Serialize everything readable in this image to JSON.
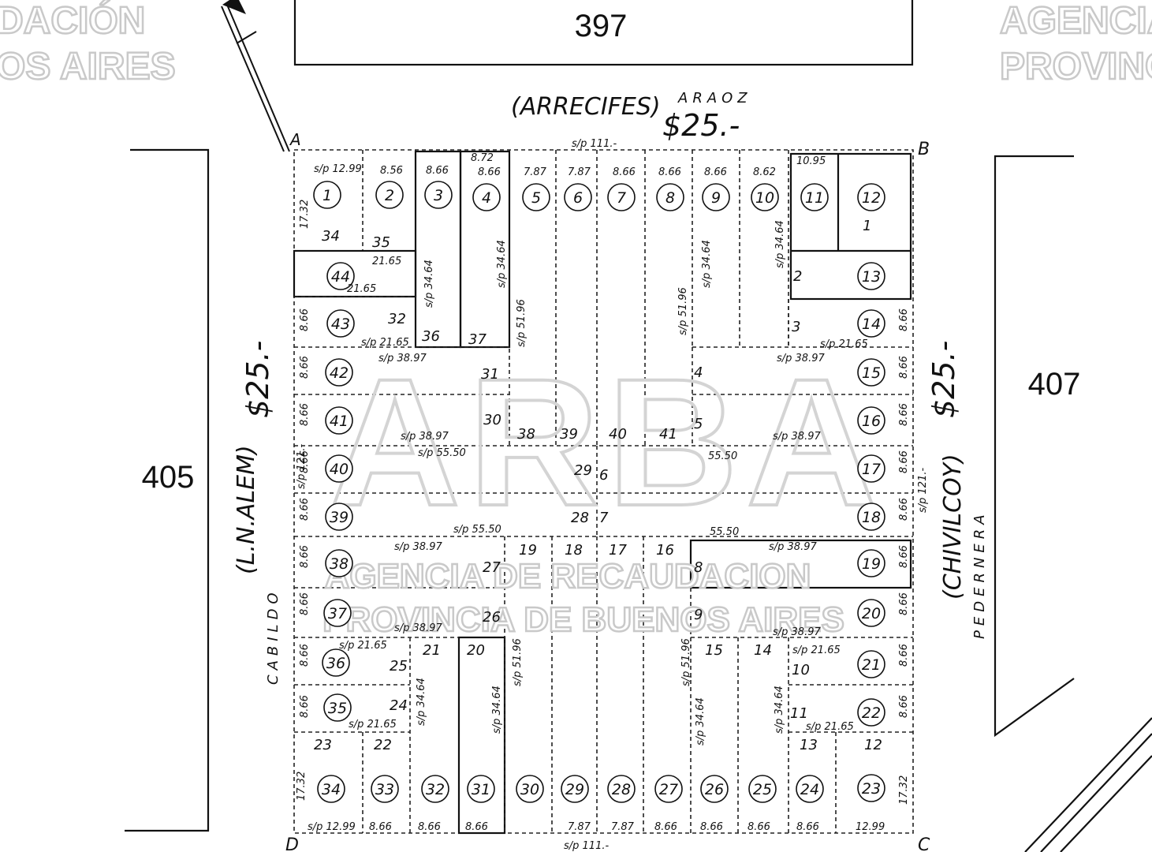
{
  "blocks": {
    "north": "397",
    "west": "405",
    "east": "407"
  },
  "streets": {
    "north_old": "(ARRECIFES)",
    "north_new": "ARAOZ",
    "north_price": "$25.-",
    "west_old": "(L.N.ALEM)",
    "west_new": "CABILDO",
    "west_price": "$25.-",
    "east_old": "(CHIVILCOY)",
    "east_new": "PEDERNERA",
    "east_price": "$25.-"
  },
  "corners": {
    "a": "A",
    "b": "B",
    "c": "C",
    "d": "D"
  },
  "perimeter_labels": {
    "north": "s/p 111.-",
    "south": "s/p 111.-",
    "west": "s/p 121.-",
    "east": "s/p 121.-"
  },
  "watermarks": {
    "center": "ARBA",
    "line1": "AGENCIA DE RECAUDACION",
    "line2": "PROVINCIA DE BUENOS AIRES",
    "tl1": "DACIÓN",
    "tl2": "OS AIRES",
    "tr1": "AGENCIA",
    "tr2": "PROVINC"
  },
  "lots_top": [
    "1",
    "2",
    "3",
    "4",
    "5",
    "6",
    "7",
    "8",
    "9",
    "10",
    "11",
    "12"
  ],
  "lots_right": [
    "13",
    "14",
    "15",
    "16",
    "17",
    "18",
    "19",
    "20",
    "21",
    "22",
    "23"
  ],
  "lots_bottom": [
    "24",
    "25",
    "26",
    "27",
    "28",
    "29",
    "30",
    "31",
    "32",
    "33",
    "34"
  ],
  "lots_left": [
    "35",
    "36",
    "37",
    "38",
    "39",
    "40",
    "41",
    "42",
    "43",
    "44"
  ],
  "widths_top": [
    "8.56",
    "8.66",
    "8.72",
    "8.66",
    "7.87",
    "7.87",
    "8.66",
    "8.66",
    "8.66",
    "8.62",
    "10.95"
  ],
  "widths_bottom": [
    "8.66",
    "8.66",
    "8.66",
    "7.87",
    "7.87",
    "8.66",
    "8.66",
    "8.66",
    "8.66",
    "12.99"
  ],
  "depths": {
    "d1": "s/p 38.97",
    "d2": "s/p 55.50",
    "d3": "55.50",
    "d4": "s/p 21.65",
    "d5": "s/p 51.96",
    "d6": "s/p 34.64",
    "d7": "s/p 12.99",
    "d8": "17.32",
    "d9": "21.65"
  },
  "parts": {
    "p1": "34",
    "p2": "35",
    "p3": "36",
    "p4": "37",
    "p5": "32",
    "p6": "31",
    "p7": "30",
    "p8": "38",
    "p9": "39",
    "p10": "40",
    "p11": "41",
    "p12": "29",
    "p13": "6",
    "p14": "28",
    "p15": "7",
    "p16": "27",
    "p17": "26",
    "p18": "25",
    "p19": "24",
    "p20": "23",
    "p21": "22",
    "p22": "21",
    "p23": "20",
    "p24": "19",
    "p25": "18",
    "p26": "17",
    "p27": "16",
    "p28": "15",
    "p29": "14",
    "p30": "13",
    "p31": "12",
    "p32": "11",
    "p33": "10",
    "p34": "9",
    "p35": "8",
    "p36": "5",
    "p37": "4",
    "p38": "3",
    "p39": "2",
    "p40": "1"
  }
}
